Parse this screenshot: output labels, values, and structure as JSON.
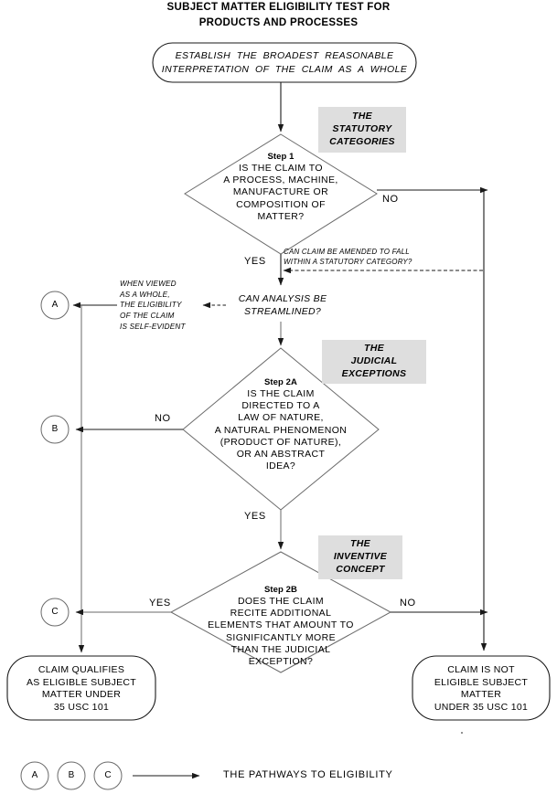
{
  "title": {
    "line1": "SUBJECT MATTER ELIGIBILITY TEST FOR",
    "line2": "PRODUCTS AND PROCESSES"
  },
  "start_node": {
    "line1": "ESTABLISH  THE  BROADEST  REASONABLE",
    "line2": "INTERPRETATION  OF  THE  CLAIM  AS  A  WHOLE"
  },
  "callouts": {
    "statutory": {
      "l1": "THE",
      "l2": "STATUTORY",
      "l3": "CATEGORIES"
    },
    "judicial": {
      "l1": "THE",
      "l2": "JUDICIAL",
      "l3": "EXCEPTIONS"
    },
    "inventive": {
      "l1": "THE",
      "l2": "INVENTIVE",
      "l3": "CONCEPT"
    }
  },
  "step1": {
    "step_label": "Step 1",
    "l1": "IS  THE  CLAIM  TO",
    "l2": "A  PROCESS,  MACHINE,",
    "l3": "MANUFACTURE  OR",
    "l4": "COMPOSITION  OF",
    "l5": "MATTER?",
    "yes": "YES",
    "no": "NO"
  },
  "amend_note": {
    "l1": "CAN  CLAIM  BE  AMENDED  TO  FALL",
    "l2": "WITHIN  A  STATUTORY  CATEGORY?"
  },
  "streamline": {
    "l1": "CAN  ANALYSIS  BE",
    "l2": "STREAMLINED?"
  },
  "self_evident": {
    "l1": "WHEN  VIEWED",
    "l2": "AS  A  WHOLE,",
    "l3": "THE  ELIGIBILITY",
    "l4": "OF  THE  CLAIM",
    "l5": "IS  SELF-EVIDENT"
  },
  "step2a": {
    "step_label": "Step 2A",
    "l1": "IS  THE  CLAIM",
    "l2": "DIRECTED  TO  A",
    "l3": "LAW  OF  NATURE,",
    "l4": "A  NATURAL  PHENOMENON",
    "l5": "(PRODUCT  OF  NATURE),",
    "l6": "OR  AN  ABSTRACT",
    "l7": "IDEA?",
    "yes": "YES",
    "no": "NO"
  },
  "step2b": {
    "step_label": "Step 2B",
    "l1": "DOES  THE  CLAIM",
    "l2": "RECITE  ADDITIONAL",
    "l3": "ELEMENTS  THAT  AMOUNT  TO",
    "l4": "SIGNIFICANTLY MORE",
    "l5": "THAN  THE  JUDICIAL",
    "l6": "EXCEPTION?",
    "yes": "YES",
    "no": "NO"
  },
  "connectors": {
    "a": "A",
    "b": "B",
    "c": "C"
  },
  "terminal_eligible": {
    "l1": "CLAIM  QUALIFIES",
    "l2": "AS ELIGIBLE  SUBJECT",
    "l3": "MATTER  UNDER",
    "l4": "35  USC  101"
  },
  "terminal_not_eligible": {
    "l1": "CLAIM  IS  NOT",
    "l2": "ELIGIBLE  SUBJECT",
    "l3": "MATTER",
    "l4": "UNDER  35  USC  101"
  },
  "legend": {
    "a": "A",
    "b": "B",
    "c": "C",
    "text": "THE  PATHWAYS  TO  ELIGIBILITY"
  },
  "colors": {
    "ink": "#1a1a1a",
    "callout_bg": "#dedede",
    "paper": "#ffffff"
  }
}
